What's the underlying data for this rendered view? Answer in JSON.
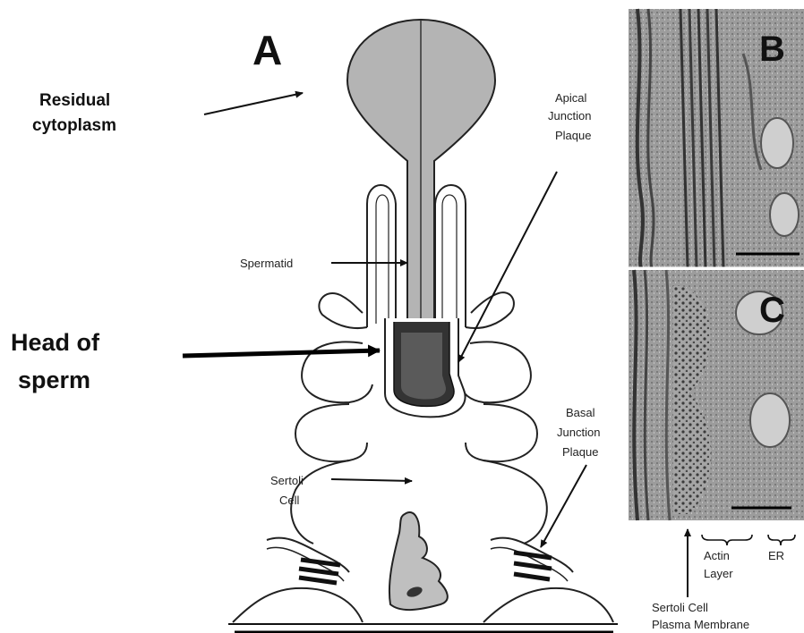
{
  "panels": {
    "a": "A",
    "b": "B",
    "c": "C"
  },
  "labels": {
    "residual_line1": "Residual",
    "residual_line2": "cytoplasm",
    "head_line1": "Head of",
    "head_line2": "sperm",
    "spermatid": "Spermatid",
    "apical_line1": "Apical",
    "apical_line2": "Junction",
    "apical_line3": "Plaque",
    "basal_line1": "Basal",
    "basal_line2": "Junction",
    "basal_line3": "Plaque",
    "sertoli_line1": "Sertoli",
    "sertoli_line2": "Cell",
    "actin_line1": "Actin",
    "actin_line2": "Layer",
    "er": "ER",
    "membrane_line1": "Sertoli Cell",
    "membrane_line2": "Plasma Membrane"
  },
  "colors": {
    "cytoplasm_fill": "#b4b4b4",
    "head_dark": "#555555",
    "micrograph": "#9a9a9a",
    "line": "#111111"
  }
}
